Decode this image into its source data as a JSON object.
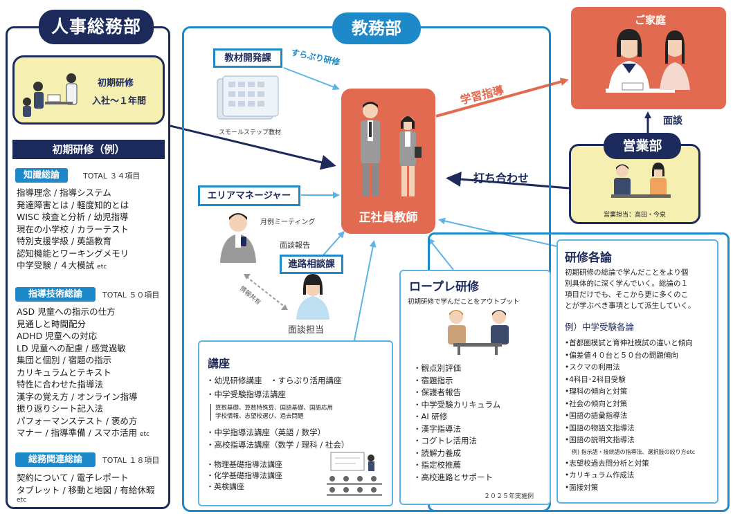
{
  "hr": {
    "title": "人事総務部",
    "initial_box": {
      "line1": "初期研修",
      "line2": "入社〜１年間"
    },
    "example_heading": "初期研修（例）",
    "sections": [
      {
        "tag": "知識総論",
        "total": "TOTAL ３４項目",
        "lines": [
          "指導理念 / 指導システム",
          "発達障害とは / 軽度知的とは",
          "WISC 検査と分析 / 幼児指導",
          "現在の小学校 / カラーテスト",
          "特別支援学級 / 英語教育",
          "認知機能とワーキングメモリ",
          "中学受験 / ４大模試"
        ],
        "etc": "etc"
      },
      {
        "tag": "指導技術総論",
        "total": "TOTAL ５０項目",
        "lines": [
          "ASD 児童への指示の仕方",
          "見通しと時間配分",
          "ADHD 児童への対応",
          "LD 児童への配慮 / 感覚過敏",
          "集団と個別 / 宿題の指示",
          "カリキュラムとテキスト",
          "特性に合わせた指導法",
          "漢字の覚え方 / オンライン指導",
          "振り返りシート記入法",
          "パフォーマンステスト / 褒め方",
          "マナー / 指導準備 / スマホ活用"
        ],
        "etc": "etc"
      },
      {
        "tag": "総務関連総論",
        "total": "TOTAL １８項目",
        "lines": [
          "契約について / 電子レポート",
          "タブレット / 移動と地図 / 有給休暇"
        ],
        "etc": "etc"
      }
    ]
  },
  "edu": {
    "title": "教務部",
    "material_dept": "教材開発課",
    "material_caption": "スモールステップ教材",
    "surapuri": "すらぷり研修",
    "teacher": "正社員教師",
    "area_manager": "エリアマネージャー",
    "monthly_meeting": "月例ミーティング",
    "interview_report": "面談報告",
    "career_dept": "進路相談課",
    "info_share": "情報共有",
    "interview_staff": "面談担当",
    "study_guidance": "学習指導",
    "meeting": "打ち合わせ"
  },
  "home": {
    "title": "ご家庭",
    "interview": "面談"
  },
  "sales": {
    "title": "営業部",
    "staff": "営業担当：高田・今泉"
  },
  "koza": {
    "title": "講座",
    "lines": [
      "・幼児研修講座　・すらぷり活用講座",
      "・中学受験指導法講座"
    ],
    "sub_lines": [
      "算数基礎、算数特殊算、国語基礎、国語応用",
      "学校情報、志望校選び、過去問題"
    ],
    "lines2": [
      "・中学指導法講座（英語 / 数学）",
      "・高校指導法講座（数学 / 理科 / 社会）"
    ],
    "lines3": [
      "・物理基礎指導法講座",
      "・化学基礎指導法講座",
      "・英検講座"
    ]
  },
  "roleplay": {
    "title": "ロープレ研修",
    "subtitle": "初期研修で学んだことをアウトプット",
    "items": [
      "観点別評価",
      "宿題指示",
      "保護者報告",
      "中学受験カリキュラム",
      "AI 研修",
      "漢字指導法",
      "コグトレ活用法",
      "読解力養成",
      "指定校推薦",
      "高校進路とサポート"
    ],
    "footer": "２０２５年実施例"
  },
  "kenshu": {
    "title": "研修各論",
    "desc": [
      "初期研修の総論で学んだことをより個",
      "別具体的に深く学んでいく。総論の１",
      "項目だけでも、そこから更に多くのこ",
      "とが学ぶべき事項として派生していく。"
    ],
    "example_title": "例）中学受験各論",
    "items": [
      "•首都圏模試と育伸社模試の違いと傾向",
      "•偏差値４０台と５０台の問題傾向",
      "•スクマの利用法",
      "•4科目･2科目受験",
      "•理科の傾向と対策",
      "•社会の傾向と対策",
      "•国語の語彙指導法",
      "•国語の物語文指導法",
      "•国語の説明文指導法"
    ],
    "small_note": "例) 指示語・接続語の指導法、選択肢の絞り方etc",
    "items2": [
      "•志望校過去問分析と対策",
      "•カリキュラム作成法",
      "•面接対策"
    ]
  },
  "colors": {
    "navy": "#1c2a5c",
    "blue": "#1d89c9",
    "orange": "#e26a50",
    "yellow": "#f5efb2"
  }
}
